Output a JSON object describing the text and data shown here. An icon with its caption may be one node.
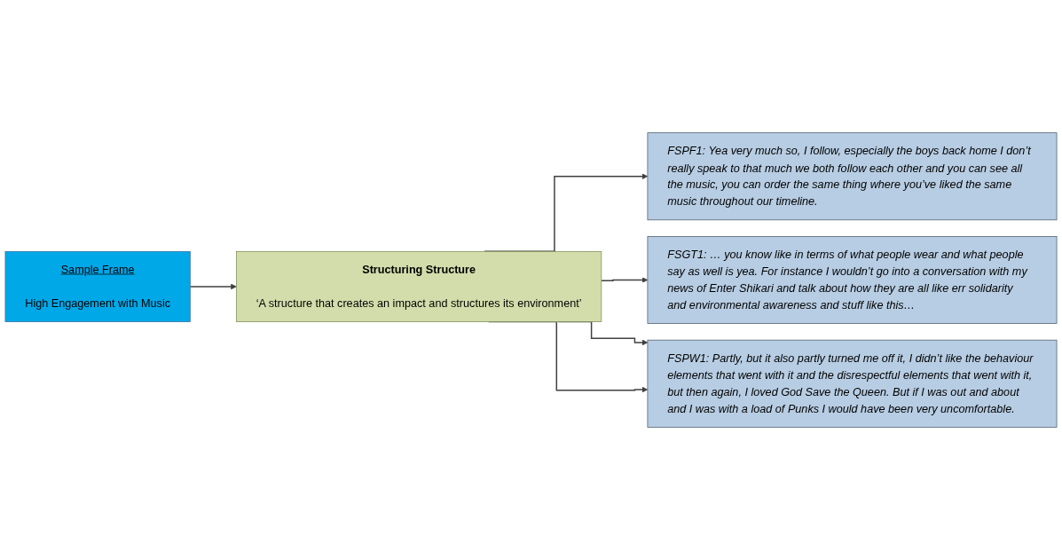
{
  "diagram": {
    "nodes": [
      {
        "text": [
          "Sample Frame",
          "High Engagement with Music"
        ]
      },
      {
        "text": [
          "Structuring Structure",
          "‘A structure that creates an impact and structures its environment’"
        ]
      },
      {
        "text": [
          "FSPF1: Yea very much so, I follow, especially the boys back home I don’t really speak to that much we both follow each other and you can see all the music, you can order the same thing where you’ve liked the same music throughout our timeline."
        ]
      },
      {
        "text": [
          "FSGT1: … you know like in terms of what people wear and what people say as well is yea. For instance I wouldn’t go into a conversation with my news of Enter Shikari and talk about how they are all like err solidarity and environmental awareness and stuff like this…"
        ]
      },
      {
        "text": [
          "FSPW1: Partly, but it also partly turned me off it, I didn’t like the behaviour elements that went with it and the disrespectful elements that went with it, but then again, I loved God Save the Queen. But if I was out and about and I was with a load of Punks I would have been very uncomfortable."
        ]
      }
    ],
    "edges": [
      {
        "from": 0,
        "to": 1,
        "arrow": "to"
      },
      {
        "from": 1,
        "to": 2,
        "arrow": "to"
      },
      {
        "from": 1,
        "to": 3,
        "arrow": "to"
      },
      {
        "from": 1,
        "to": 4,
        "arrow": "to"
      },
      {
        "from": 1,
        "to": 4,
        "arrow": "to"
      }
    ]
  }
}
